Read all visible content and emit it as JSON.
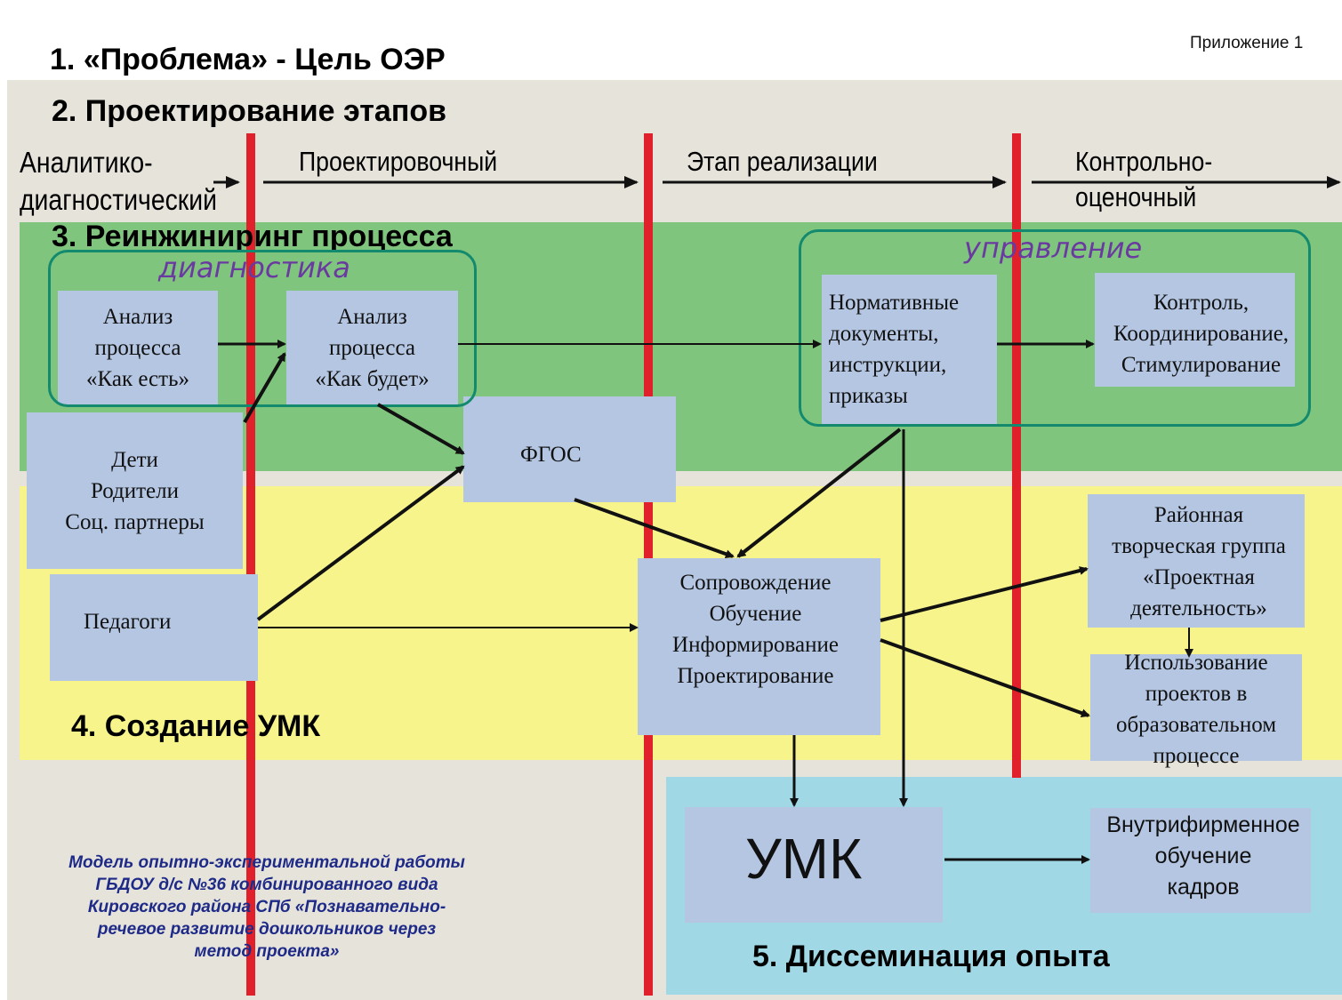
{
  "appendix": "Приложение 1",
  "sections": {
    "s1": {
      "num": "1.",
      "text": "«Проблема» - Цель ОЭР"
    },
    "s2": "2. Проектирование  этапов",
    "s3": "3. Реинжиниринг процесса",
    "s4": "4. Создание УМК",
    "s5": "5. Диссеминация опыта"
  },
  "stages": [
    "Аналитико-\nдиагностический",
    "Проектировочный",
    "Этап реализации",
    "Контрольно-\nоценочный"
  ],
  "groups": {
    "diagnostics": "диагностика",
    "management": "управление"
  },
  "boxes": {
    "as_is": "Анализ\nпроцесса\n«Как есть»",
    "to_be": "Анализ\nпроцесса\n«Как будет»",
    "stakeholders": "Дети\nРодители\nСоц. партнеры",
    "fgos": "ФГОС",
    "teachers": "Педагоги",
    "normative": "Нормативные\nдокументы,\nинструкции,\nприказы",
    "control": "Контроль,\nКоординирование,\nСтимулирование",
    "support": "Сопровождение\nОбучение\nИнформирование\nПроектирование",
    "district": "Районная\nтворческая группа\n«Проектная\nдеятельность»",
    "projects_use": "Использование\nпроектов в\nобразовательном\nпроцессе",
    "umk": "УМК",
    "training": "Внутрифирменное\nобучение\nкадров"
  },
  "caption": "Модель опытно-экспериментальной работы\nГБДОУ д/с №36 комбинированного вида\nКировского района СПб  «Познавательно-\nречевое развитие дошкольников через\nметод проекта»",
  "colors": {
    "gray_band": "#e6e3da",
    "green_band": "#80c57e",
    "yellow_band": "#f7f48c",
    "blue_band": "#a0d8e6",
    "box": "#b4c6e2",
    "red_line": "#e0202a",
    "group_border": "#138a6e",
    "group_label": "#6a3aa0",
    "caption": "#1e2a88"
  }
}
